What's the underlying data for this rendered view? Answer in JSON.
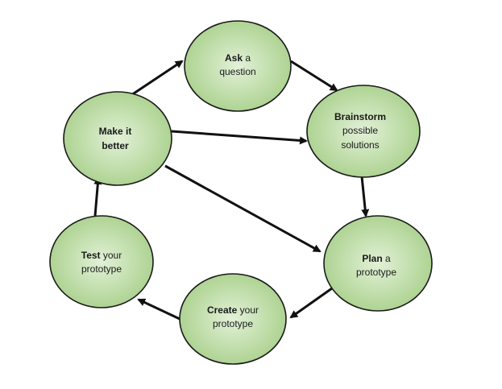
{
  "diagram": {
    "type": "cycle",
    "fill_color_center": "#e2f1d7",
    "fill_color_edge": "#a9d08c",
    "stroke_color": "#1a1a1a",
    "arrow_color": "#111111",
    "nodes": {
      "ask": {
        "bold": "Ask",
        "line1_rest": " a",
        "line2": "question"
      },
      "brainstorm": {
        "bold": "Brainstorm",
        "line2": "possible",
        "line3": "solutions"
      },
      "plan": {
        "bold": "Plan",
        "line1_rest": " a",
        "line2": "prototype"
      },
      "create": {
        "bold": "Create",
        "line1_rest": " your",
        "line2": "prototype"
      },
      "test": {
        "bold": "Test",
        "line1_rest": " your",
        "line2": "prototype"
      },
      "improve": {
        "bold_line1": "Make it",
        "bold_line2": "better"
      }
    },
    "edges": [
      {
        "from": "improve",
        "to": "ask"
      },
      {
        "from": "ask",
        "to": "brainstorm"
      },
      {
        "from": "improve",
        "to": "brainstorm"
      },
      {
        "from": "brainstorm",
        "to": "plan"
      },
      {
        "from": "improve",
        "to": "plan"
      },
      {
        "from": "plan",
        "to": "create"
      },
      {
        "from": "create",
        "to": "test"
      },
      {
        "from": "test",
        "to": "improve"
      }
    ]
  }
}
